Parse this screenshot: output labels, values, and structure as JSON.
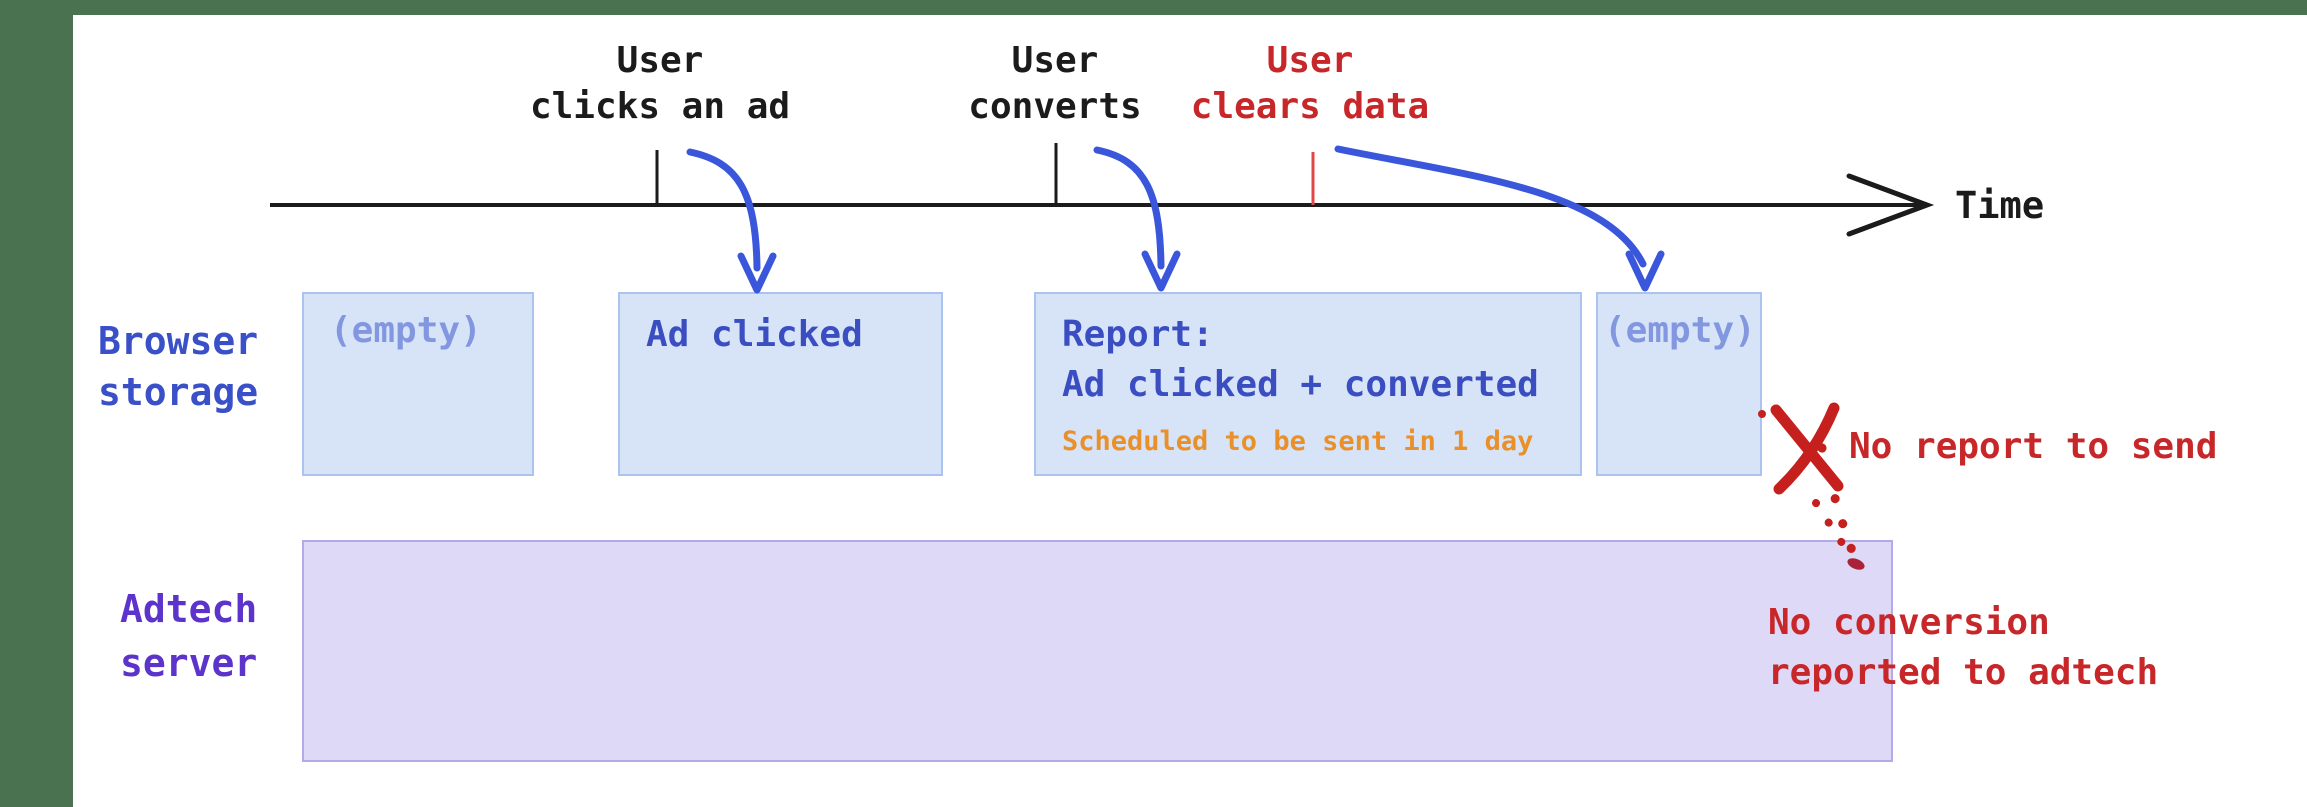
{
  "timeline": {
    "axis_label": "Time",
    "events": [
      {
        "line1": "User",
        "line2": "clicks an ad",
        "color": "black"
      },
      {
        "line1": "User",
        "line2": "converts",
        "color": "black"
      },
      {
        "line1": "User",
        "line2": "clears data",
        "color": "red"
      }
    ]
  },
  "rows": {
    "browser": {
      "line1": "Browser",
      "line2": "storage"
    },
    "adtech": {
      "line1": "Adtech",
      "line2": "server"
    }
  },
  "storage_boxes": {
    "box1": {
      "text": "(empty)"
    },
    "box2": {
      "text": "Ad clicked"
    },
    "box3": {
      "title": "Report:",
      "subtitle": "Ad clicked + converted",
      "note": "Scheduled to be sent in 1 day"
    },
    "box4": {
      "text": "(empty)"
    }
  },
  "annotations": {
    "no_report": "No report to send",
    "no_conversion_line1": "No conversion",
    "no_conversion_line2": "reported to adtech"
  },
  "colors": {
    "frame_green": "#4a7150",
    "arrow_blue": "#3a57db",
    "box_blue_fill": "#d7e4f8",
    "box_blue_border": "#abc4ef",
    "strong_blue_text": "#3a4ec1",
    "muted_blue_text": "#8297e0",
    "row_label_blue": "#3a50c8",
    "row_label_purple": "#5c33cb",
    "server_purple_fill": "#ded9f6",
    "server_purple_border": "#b6a9ea",
    "note_orange": "#e9902a",
    "alert_red": "#c8272a",
    "red_tick": "#e04848",
    "axis_black": "#1b1b1b"
  }
}
